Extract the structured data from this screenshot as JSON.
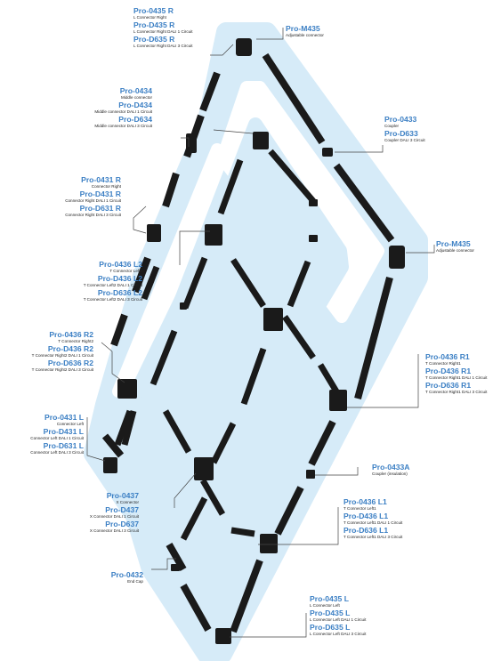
{
  "colors": {
    "halo": "#d6ebf8",
    "accent": "#3b7fc4",
    "part": "#1a1a1a",
    "leader": "#444444"
  },
  "labels": {
    "l_corner_right": {
      "items": [
        {
          "code": "Pro-0435 R",
          "desc": "L Connector Right"
        },
        {
          "code": "Pro-D435 R",
          "desc": "L Connector Right DALI 1 Circuit"
        },
        {
          "code": "Pro-D635 R",
          "desc": "L Connector Right DALI 3 Circuit"
        }
      ]
    },
    "adjustable_top": {
      "items": [
        {
          "code": "Pro-M435",
          "desc": "Adjustable connector"
        }
      ]
    },
    "middle": {
      "items": [
        {
          "code": "Pro-0434",
          "desc": "Middle connector"
        },
        {
          "code": "Pro-D434",
          "desc": "Middle connector DALI 1 Circuit"
        },
        {
          "code": "Pro-D634",
          "desc": "Middle connector DALI 3 Circuit"
        }
      ]
    },
    "coupler": {
      "items": [
        {
          "code": "Pro-0433",
          "desc": "Coupler"
        },
        {
          "code": "Pro-D633",
          "desc": "Coupler DALI 3 Circuit"
        }
      ]
    },
    "connector_right": {
      "items": [
        {
          "code": "Pro-0431 R",
          "desc": "Connector Right"
        },
        {
          "code": "Pro-D431 R",
          "desc": "Connector Right DALI 1 Circuit"
        },
        {
          "code": "Pro-D631 R",
          "desc": "Connector Right DALI 3 Circuit"
        }
      ]
    },
    "adjustable_right": {
      "items": [
        {
          "code": "Pro-M435",
          "desc": "Adjustable connector"
        }
      ]
    },
    "t_left2": {
      "items": [
        {
          "code": "Pro-0436 L2",
          "desc": "T Connector Left2"
        },
        {
          "code": "Pro-D436 L2",
          "desc": "T Connector Left2 DALI 1 Circuit"
        },
        {
          "code": "Pro-D636 L2",
          "desc": "T Connector Left2 DALI 3 Circuit"
        }
      ]
    },
    "t_right2": {
      "items": [
        {
          "code": "Pro-0436 R2",
          "desc": "T Connector Right2"
        },
        {
          "code": "Pro-D436 R2",
          "desc": "T Connector Right2 DALI 1 Circuit"
        },
        {
          "code": "Pro-D636 R2",
          "desc": "T Connector Right2 DALI 3 Circuit"
        }
      ]
    },
    "t_right1": {
      "items": [
        {
          "code": "Pro-0436 R1",
          "desc": "T Connector Right1"
        },
        {
          "code": "Pro-D436 R1",
          "desc": "T Connector Right1 DALI 1 Circuit"
        },
        {
          "code": "Pro-D636 R1",
          "desc": "T Connector Right1 DALI 3 Circuit"
        }
      ]
    },
    "connector_left": {
      "items": [
        {
          "code": "Pro-0431 L",
          "desc": "Connector Left"
        },
        {
          "code": "Pro-D431 L",
          "desc": "Connector Left DALI 1 Circuit"
        },
        {
          "code": "Pro-D631 L",
          "desc": "Connector Left DALI 3 Circuit"
        }
      ]
    },
    "coupler_insulation": {
      "items": [
        {
          "code": "Pro-0433A",
          "desc": "Coupler (insulation)"
        }
      ]
    },
    "x_connector": {
      "items": [
        {
          "code": "Pro-0437",
          "desc": "X Connector"
        },
        {
          "code": "Pro-D437",
          "desc": "X Connector DALI 1 Circuit"
        },
        {
          "code": "Pro-D637",
          "desc": "X Connector DALI 3 Circuit"
        }
      ]
    },
    "t_left1": {
      "items": [
        {
          "code": "Pro-0436 L1",
          "desc": "T Connector Left1"
        },
        {
          "code": "Pro-D436 L1",
          "desc": "T Connector Left1 DALI 1 Circuit"
        },
        {
          "code": "Pro-D636 L1",
          "desc": "T Connector Left1 DALI 3 Circuit"
        }
      ]
    },
    "end_cap": {
      "items": [
        {
          "code": "Pro-0432",
          "desc": "End Cap"
        }
      ]
    },
    "l_corner_left": {
      "items": [
        {
          "code": "Pro-0435 L",
          "desc": "L Connector Left"
        },
        {
          "code": "Pro-D435 L",
          "desc": "L Connector Left DALI 1 Circuit"
        },
        {
          "code": "Pro-D635 L",
          "desc": "L Connector Left DALI 3 Circuit"
        }
      ]
    }
  }
}
